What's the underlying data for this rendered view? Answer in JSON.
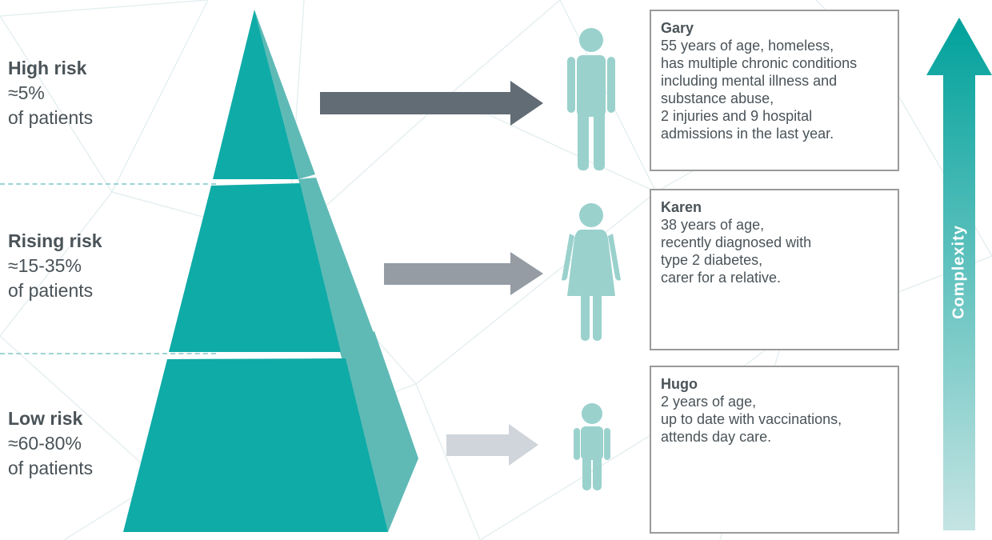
{
  "tiers": [
    {
      "name": "High risk",
      "share": "≈5%",
      "suffix": "of patients"
    },
    {
      "name": "Rising risk",
      "share": "≈15-35%",
      "suffix": "of patients"
    },
    {
      "name": "Low risk",
      "share": "≈60-80%",
      "suffix": "of patients"
    }
  ],
  "patients": [
    {
      "name": "Gary",
      "description": "55 years of age, homeless,\nhas multiple chronic conditions\nincluding mental illness and\nsubstance abuse,\n2 injuries and 9 hospital\nadmissions in the last year."
    },
    {
      "name": "Karen",
      "description": "38 years of age,\nrecently diagnosed with\ntype 2 diabetes,\ncarer for a relative."
    },
    {
      "name": "Hugo",
      "description": "2 years of age,\nup to date with vaccinations,\nattends day care."
    }
  ],
  "complexity_label": "Complexity",
  "colors": {
    "pyramid_front": "#0faba7",
    "pyramid_side": "#5fbab6",
    "person": "#9ad1cd",
    "arrow_high": "#616c75",
    "arrow_rising": "#959ca4",
    "arrow_low": "#cfd5da",
    "complexity_top": "#00a19b",
    "complexity_bottom": "#c5e4e3"
  },
  "icons": [
    "person-male-icon",
    "person-female-icon",
    "person-child-icon",
    "arrow-right-icon"
  ]
}
